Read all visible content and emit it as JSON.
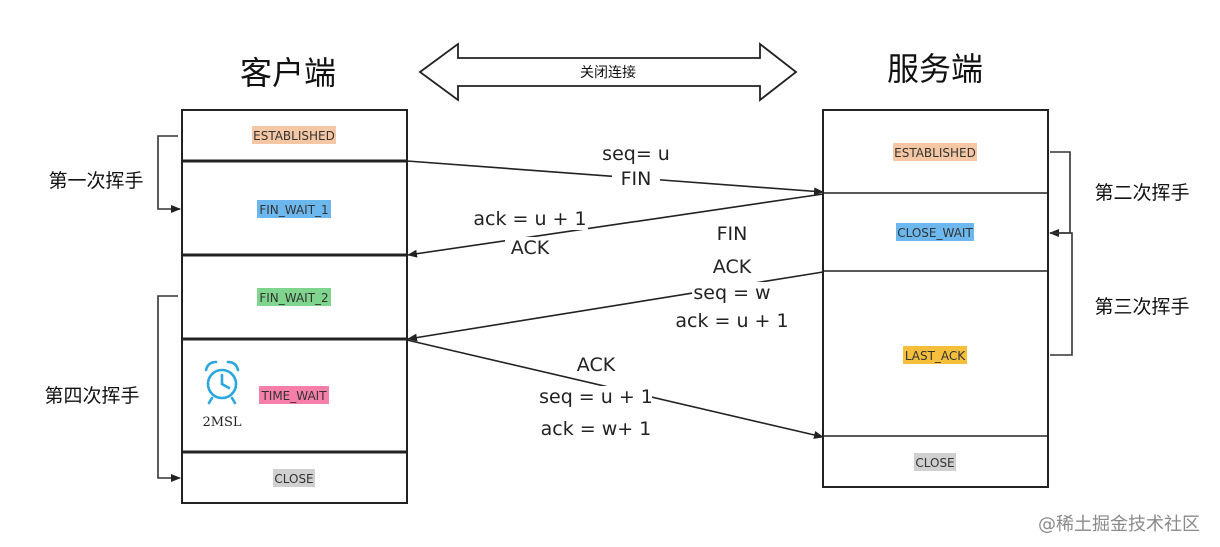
{
  "titles": {
    "client": "客户端",
    "server": "服务端"
  },
  "banner": {
    "label": "关闭连接"
  },
  "states": {
    "client": {
      "established": {
        "label": "ESTABLISHED",
        "highlight": "#f6c7a4"
      },
      "fin_wait_1": {
        "label": "FIN_WAIT_1",
        "highlight": "#6cb8ee"
      },
      "fin_wait_2": {
        "label": "FIN_WAIT_2",
        "highlight": "#7fd58d"
      },
      "time_wait": {
        "label": "TIME_WAIT",
        "highlight": "#f57fa8"
      },
      "close": {
        "label": "CLOSE",
        "highlight": "#d0d0d0"
      }
    },
    "server": {
      "established": {
        "label": "ESTABLISHED",
        "highlight": "#f6c7a4"
      },
      "close_wait": {
        "label": "CLOSE_WAIT",
        "highlight": "#6cb8ee"
      },
      "last_ack": {
        "label": "LAST_ACK",
        "highlight": "#f5bf3c"
      },
      "close": {
        "label": "CLOSE",
        "highlight": "#d0d0d0"
      }
    }
  },
  "handshakes": {
    "first": "第一次挥手",
    "second": "第二次挥手",
    "third": "第三次挥手",
    "fourth": "第四次挥手"
  },
  "messages": {
    "m1": {
      "line1": "seq= u",
      "line2": "FIN"
    },
    "m2": {
      "line1": "ack  = u + 1",
      "line2": "ACK"
    },
    "m3": {
      "line1": "FIN",
      "line2": "ACK",
      "line3": "seq = w",
      "line4": "ack = u + 1"
    },
    "m4": {
      "line1": "ACK",
      "line2": "seq = u + 1",
      "line3": "ack = w+ 1"
    }
  },
  "timer": {
    "icon": "alarm-clock-icon",
    "label": "2MSL"
  },
  "watermark": "@稀土掘金技术社区"
}
